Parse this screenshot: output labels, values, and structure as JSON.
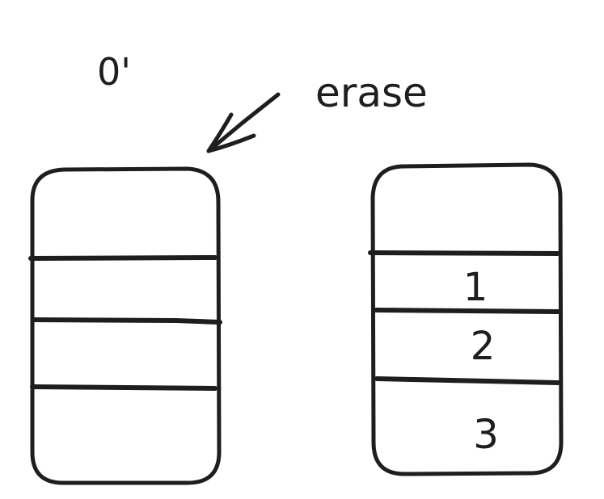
{
  "labels": {
    "top_left": "0'",
    "annotation": "erase"
  },
  "left_container": {
    "cells": [
      "",
      "",
      "",
      ""
    ]
  },
  "right_container": {
    "cells": [
      "",
      "1",
      "2",
      "3"
    ]
  },
  "colors": {
    "ink": "#1e1e1e",
    "background": "#ffffff"
  }
}
